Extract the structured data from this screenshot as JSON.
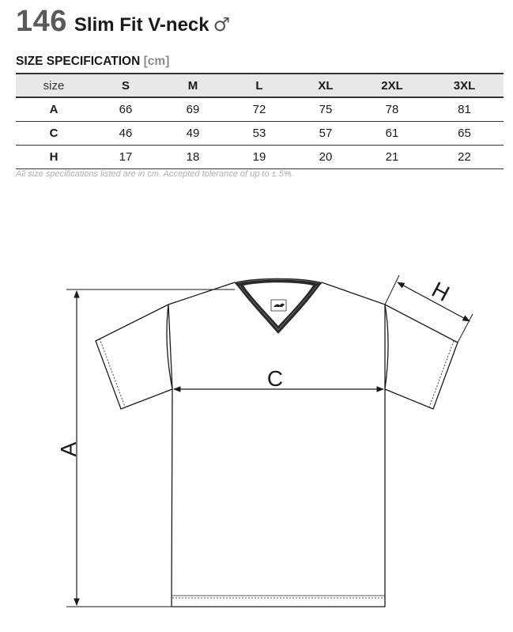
{
  "product": {
    "code": "146",
    "name": "Slim Fit V-neck",
    "gender_symbol": "♂"
  },
  "spec": {
    "title": "SIZE SPECIFICATION",
    "unit": "[cm]",
    "columns": [
      "size",
      "S",
      "M",
      "L",
      "XL",
      "2XL",
      "3XL"
    ],
    "rows": [
      {
        "label": "A",
        "values": [
          "66",
          "69",
          "72",
          "75",
          "78",
          "81"
        ]
      },
      {
        "label": "C",
        "values": [
          "46",
          "49",
          "53",
          "57",
          "61",
          "65"
        ]
      },
      {
        "label": "H",
        "values": [
          "17",
          "18",
          "19",
          "20",
          "21",
          "22"
        ]
      }
    ],
    "note": "All size specifications listed are in cm. Accepted tolerance of up to ± 5%."
  },
  "diagram": {
    "label_a": "A",
    "label_c": "C",
    "label_h": "H"
  }
}
